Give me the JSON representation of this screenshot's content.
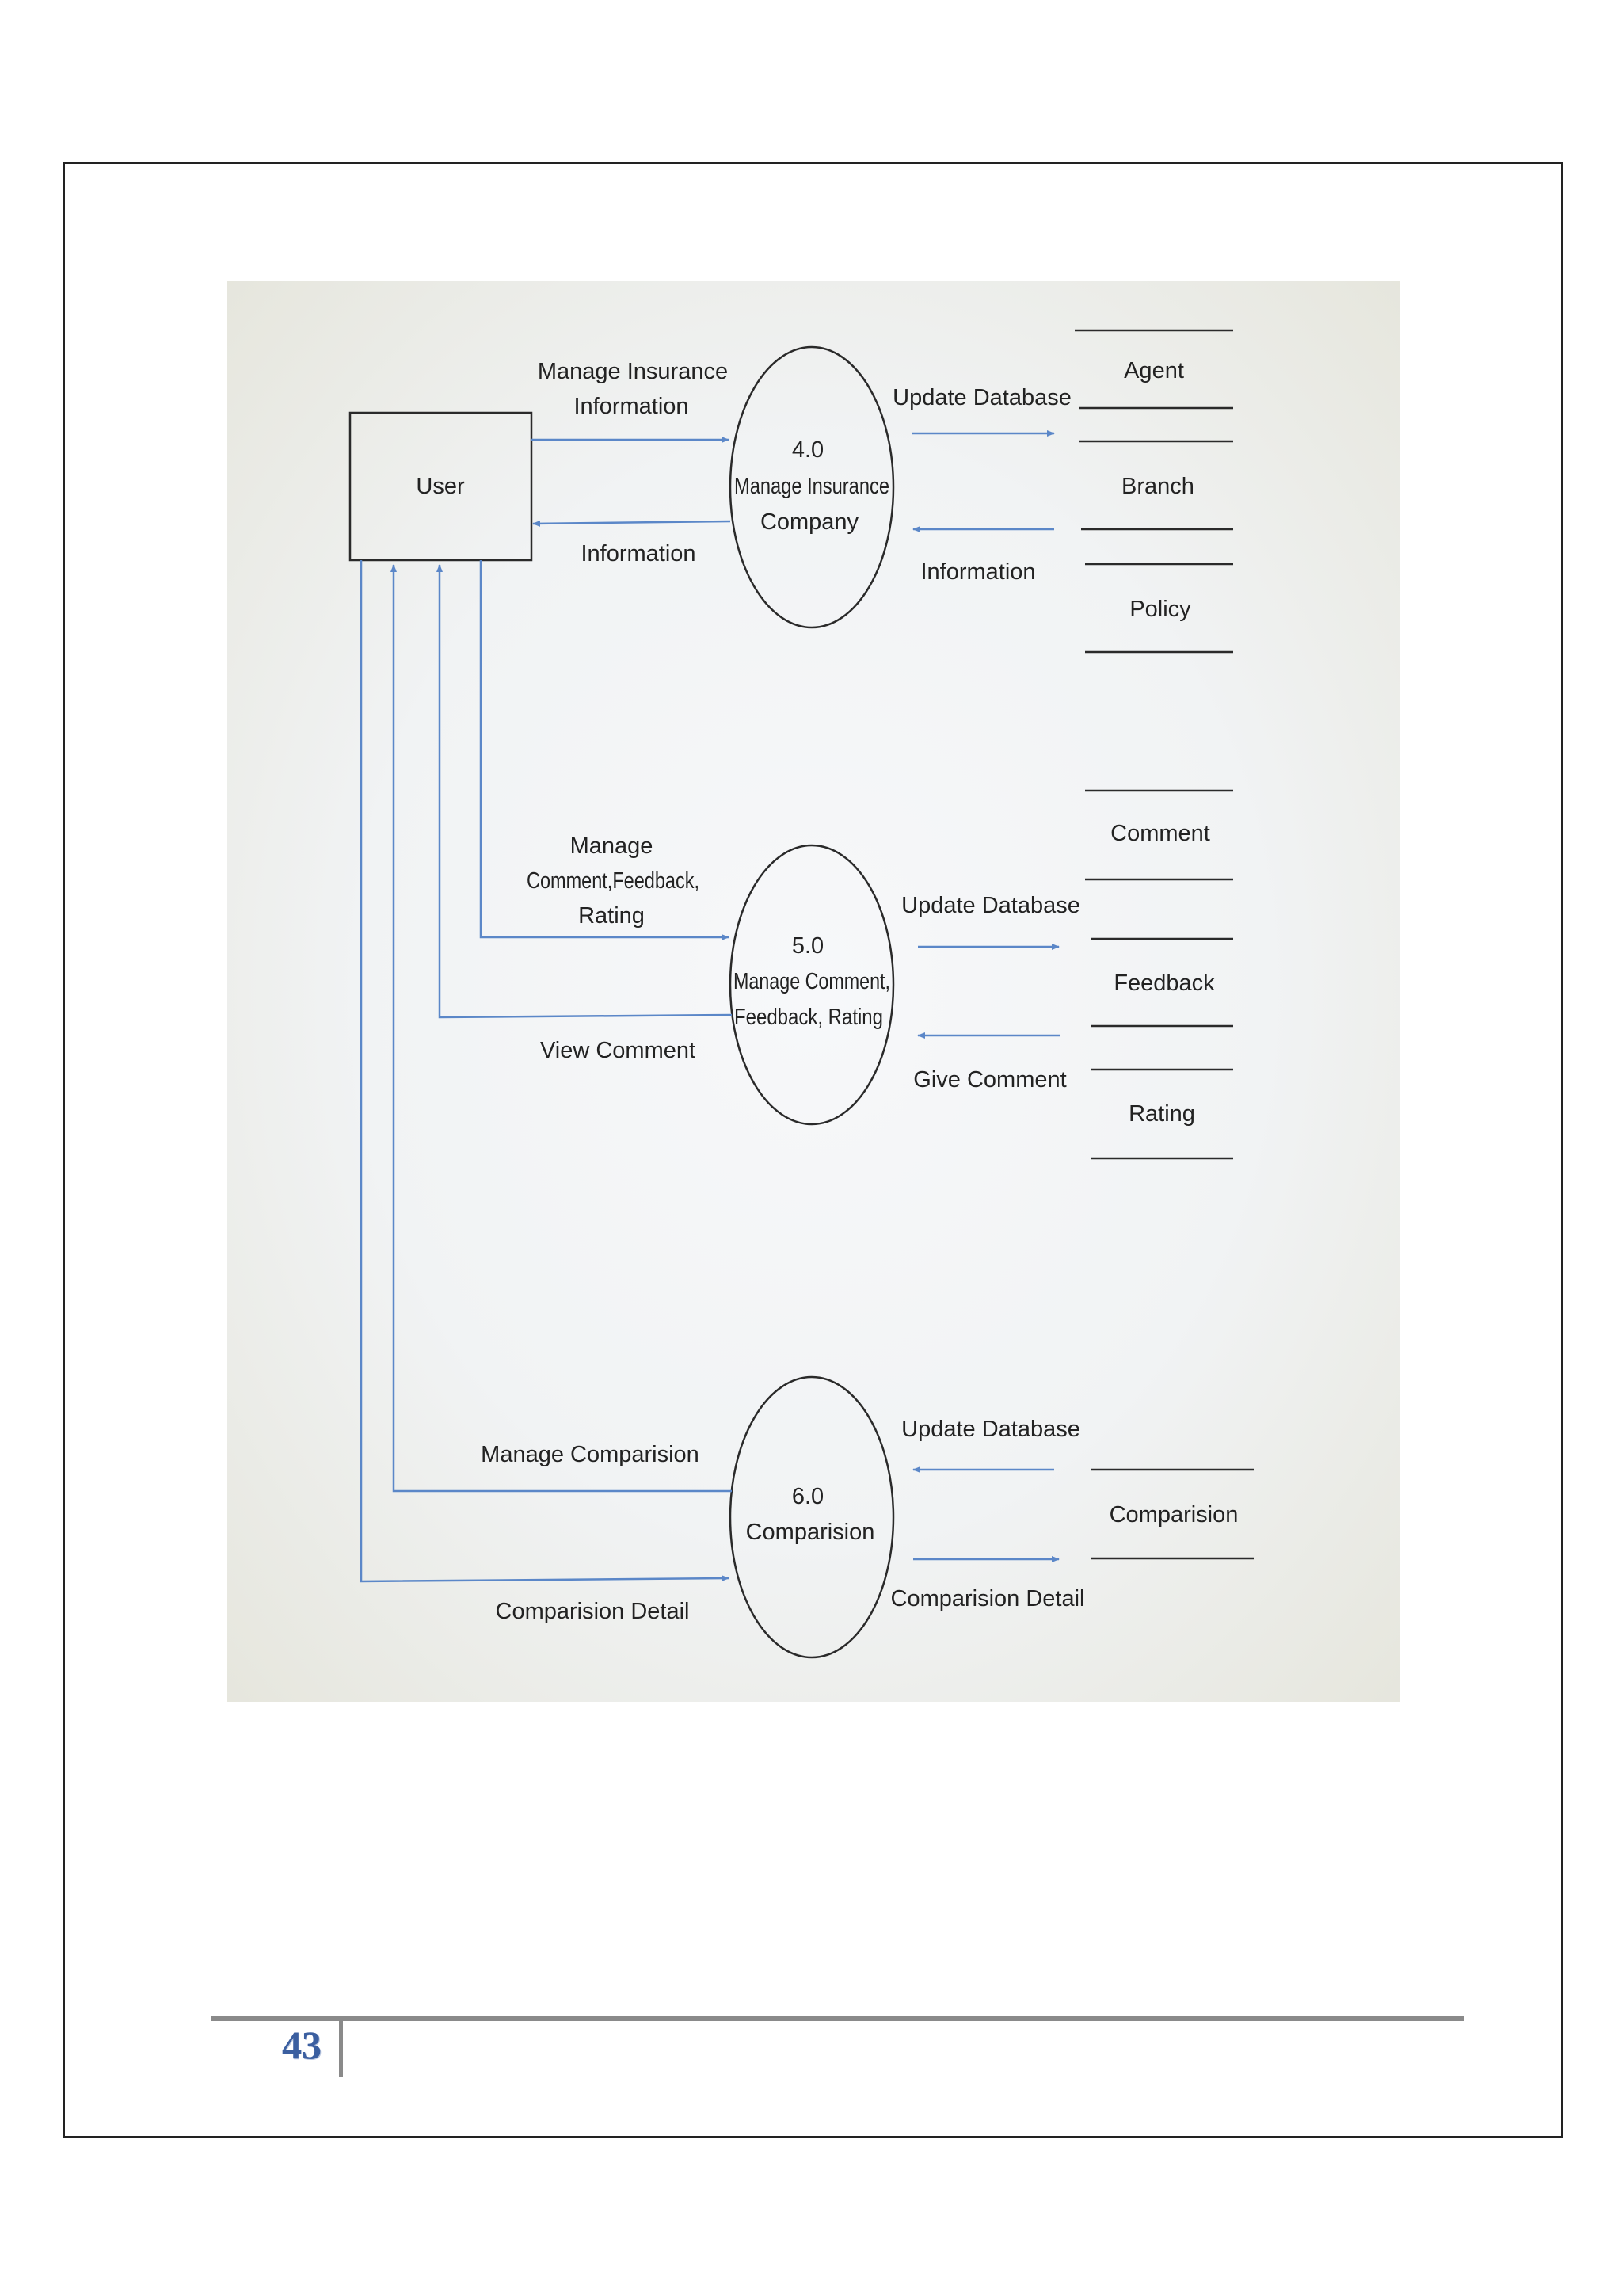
{
  "page": {
    "number": "43"
  },
  "diagram": {
    "colors": {
      "flow": "#5b87c8",
      "outline": "#2a2a2a",
      "text": "#222222"
    },
    "entities": {
      "user": "User"
    },
    "processes": {
      "p4": {
        "id": "4.0",
        "line1": "Manage Insurance",
        "line2": "Company"
      },
      "p5": {
        "id": "5.0",
        "line1": "Manage Comment,",
        "line2": "Feedback, Rating"
      },
      "p6": {
        "id": "6.0",
        "line1": "Comparision"
      }
    },
    "stores": {
      "agent": "Agent",
      "branch": "Branch",
      "policy": "Policy",
      "comment": "Comment",
      "feedback": "Feedback",
      "rating": "Rating",
      "comparision": "Comparision"
    },
    "flows": {
      "manage_insurance_1": "Manage Insurance",
      "manage_insurance_2": "Information",
      "information_to_user": "Information",
      "update_db_4": "Update Database",
      "information_from_store": "Information",
      "manage_comment_1": "Manage",
      "manage_comment_2": "Comment,Feedback,",
      "manage_comment_3": "Rating",
      "view_comment": "View Comment",
      "update_db_5": "Update Database",
      "give_comment": "Give Comment",
      "manage_comparision": "Manage Comparision",
      "comparision_detail_user": "Comparision Detail",
      "update_db_6": "Update Database",
      "comparision_detail_store": "Comparision Detail"
    }
  }
}
